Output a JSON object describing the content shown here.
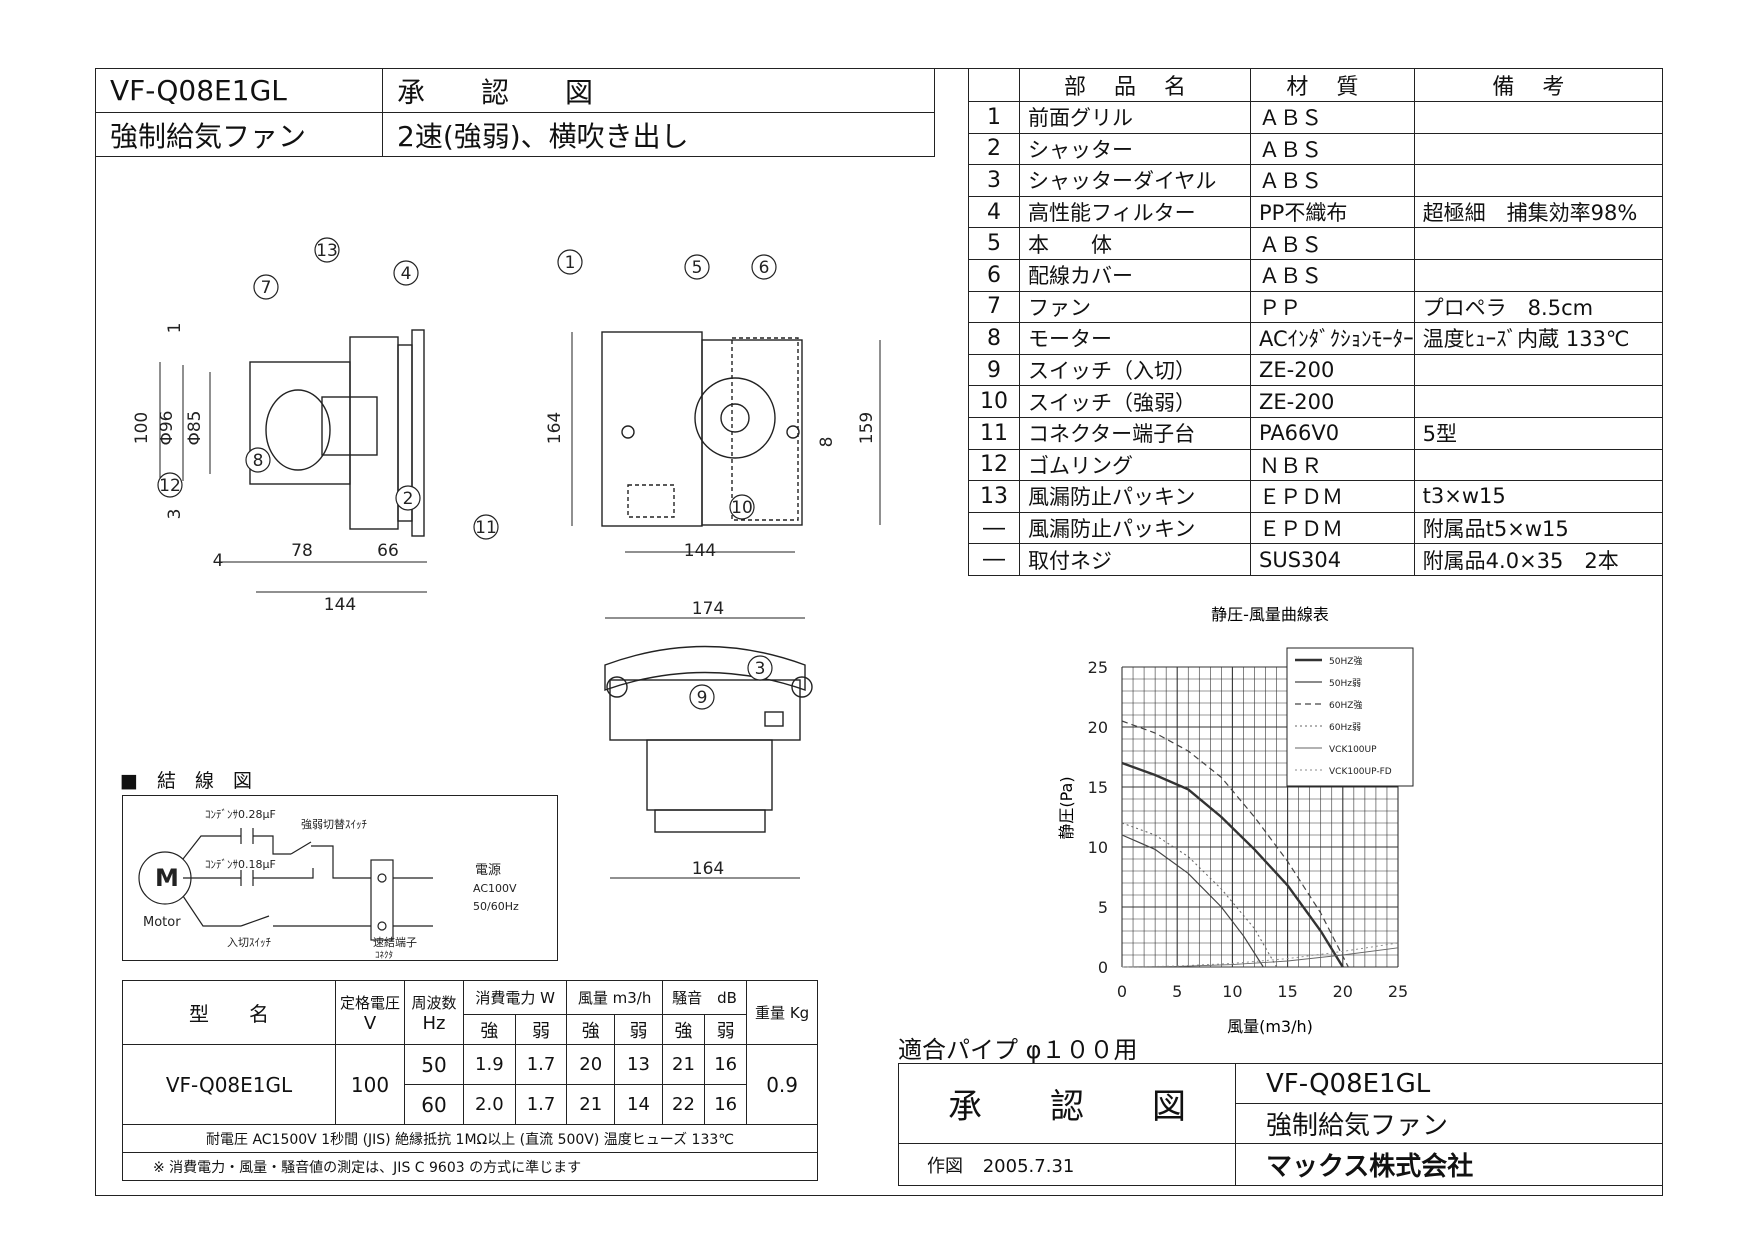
{
  "header": {
    "model": "VF-Q08E1GL",
    "doc_type": "承　　認　　図",
    "product": "強制給気ファン",
    "description": "2速(強弱)、横吹き出し"
  },
  "parts_table": {
    "columns": [
      "部品名",
      "材質",
      "備考"
    ],
    "rows": [
      {
        "no": "1",
        "name": "前面グリル",
        "material": "ＡＢＳ",
        "note": ""
      },
      {
        "no": "2",
        "name": "シャッター",
        "material": "ＡＢＳ",
        "note": ""
      },
      {
        "no": "3",
        "name": "シャッターダイヤル",
        "material": "ＡＢＳ",
        "note": ""
      },
      {
        "no": "4",
        "name": "高性能フィルター",
        "material": "PP不織布",
        "note": "超極細　捕集効率98%"
      },
      {
        "no": "5",
        "name": "本　　体",
        "material": "ＡＢＳ",
        "note": ""
      },
      {
        "no": "6",
        "name": "配線カバー",
        "material": "ＡＢＳ",
        "note": ""
      },
      {
        "no": "7",
        "name": "ファン",
        "material": "ＰＰ",
        "note": "プロペラ　8.5cm"
      },
      {
        "no": "8",
        "name": "モーター",
        "material": "ACｲﾝﾀﾞｸｼｮﾝﾓｰﾀｰ",
        "note": "温度ﾋｭｰｽﾞ内蔵 133℃"
      },
      {
        "no": "9",
        "name": "スイッチ（入切）",
        "material": "ZE-200",
        "note": ""
      },
      {
        "no": "10",
        "name": "スイッチ（強弱）",
        "material": "ZE-200",
        "note": ""
      },
      {
        "no": "11",
        "name": "コネクター端子台",
        "material": "PA66V0",
        "note": "5型"
      },
      {
        "no": "12",
        "name": "ゴムリング",
        "material": "ＮＢＲ",
        "note": ""
      },
      {
        "no": "13",
        "name": "風漏防止パッキン",
        "material": "ＥＰＤＭ",
        "note": "t3×w15"
      },
      {
        "no": "―",
        "name": "風漏防止パッキン",
        "material": "ＥＰＤＭ",
        "note": "附属品t5×w15"
      },
      {
        "no": "―",
        "name": "取付ネジ",
        "material": "SUS304",
        "note": "附属品4.0×35　2本"
      }
    ]
  },
  "drawing": {
    "callouts": [
      "1",
      "2",
      "3",
      "4",
      "5",
      "6",
      "7",
      "8",
      "9",
      "10",
      "11",
      "12",
      "13"
    ],
    "dims": {
      "side_total": "144",
      "side_a": "78",
      "side_b": "66",
      "side_c": "4",
      "dia_100": "100",
      "dia_96": "Φ96",
      "dia_85": "Φ85",
      "gap_1": "1",
      "gap_3": "3",
      "front_h": "164",
      "front_w": "144",
      "front_h2": "159",
      "front_8": "8",
      "top_w": "174",
      "top_w2": "164"
    }
  },
  "wiring": {
    "title": "■　結　線　図",
    "cap1": "ｺﾝﾃﾞﾝｻ0.28μF",
    "cap2": "ｺﾝﾃﾞﾝｻ0.18μF",
    "speed_switch": "強弱切替ｽｲｯﾁ",
    "motor_symbol": "M",
    "motor_label": "Motor",
    "power_switch": "入切ｽｲｯﾁ",
    "power": "電源",
    "power_v": "AC100V",
    "power_hz": "50/60Hz",
    "terminal": "速結端子",
    "terminal_sub": "ｺﾈｸﾀ"
  },
  "specs": {
    "head": {
      "model": "型　　名",
      "voltage": "定格電圧",
      "voltage_unit": "V",
      "freq": "周波数",
      "freq_unit": "Hz",
      "power": "消費電力 W",
      "airflow": "風量 m3/h",
      "noise": "騒音　dB",
      "weight": "重量 Kg",
      "strong": "強",
      "weak": "弱"
    },
    "model": "VF-Q08E1GL",
    "voltage": "100",
    "weight": "0.9",
    "rows": [
      {
        "hz": "50",
        "p_s": "1.9",
        "p_w": "1.7",
        "a_s": "20",
        "a_w": "13",
        "n_s": "21",
        "n_w": "16"
      },
      {
        "hz": "60",
        "p_s": "2.0",
        "p_w": "1.7",
        "a_s": "21",
        "a_w": "14",
        "n_s": "22",
        "n_w": "16"
      }
    ],
    "note1": "耐電圧 AC1500V 1秒間 (JIS) 絶縁抵抗 1MΩ以上 (直流 500V) 温度ヒューズ 133℃",
    "note2": "※ 消費電力・風量・騒音値の測定は、JIS C 9603 の方式に準じます"
  },
  "pipe_note": "適合パイプ φ１００用",
  "chart_data": {
    "type": "line",
    "title": "静圧-風量曲線表",
    "xlabel": "風量(m3/h)",
    "ylabel": "静圧(Pa)",
    "xlim": [
      0,
      25
    ],
    "ylim": [
      0,
      25
    ],
    "xticks": [
      "0",
      "5",
      "10",
      "15",
      "20",
      "25"
    ],
    "yticks": [
      "0",
      "5",
      "10",
      "15",
      "20",
      "25"
    ],
    "grid": true,
    "legend_position": "right",
    "series": [
      {
        "name": "50HZ強",
        "style": "solid-bold",
        "x": [
          0,
          3,
          6,
          9,
          12,
          15,
          18,
          20
        ],
        "y": [
          17,
          16,
          14.8,
          12.5,
          9.8,
          6.8,
          3,
          0
        ]
      },
      {
        "name": "50Hz弱",
        "style": "solid",
        "x": [
          0,
          3,
          6,
          9,
          11,
          12.8
        ],
        "y": [
          11,
          9.8,
          7.8,
          5,
          2.6,
          0
        ]
      },
      {
        "name": "60HZ強",
        "style": "dashed",
        "x": [
          0,
          3,
          6,
          9,
          12,
          15,
          18,
          20.5
        ],
        "y": [
          20.5,
          19.5,
          18,
          15.8,
          12.5,
          8.8,
          4.5,
          0
        ]
      },
      {
        "name": "60Hz弱",
        "style": "dotted",
        "x": [
          0,
          3,
          6,
          9,
          12,
          14
        ],
        "y": [
          12,
          11,
          9.2,
          6.5,
          3.2,
          0
        ]
      },
      {
        "name": "VCK100UP",
        "style": "solid-thin",
        "x": [
          0,
          5,
          10,
          15,
          20,
          25
        ],
        "y": [
          0,
          0.05,
          0.2,
          0.5,
          1.0,
          1.6
        ]
      },
      {
        "name": "VCK100UP-FD",
        "style": "dotted-thin",
        "x": [
          0,
          5,
          10,
          15,
          20,
          25
        ],
        "y": [
          0,
          0.08,
          0.3,
          0.7,
          1.3,
          2.0
        ]
      }
    ]
  },
  "title_block": {
    "doc_type": "承　　認　　図",
    "model": "VF-Q08E1GL",
    "product": "強制給気ファン",
    "drawn_label": "作図",
    "drawn_date": "2005.7.31",
    "company": "マックス株式会社"
  }
}
